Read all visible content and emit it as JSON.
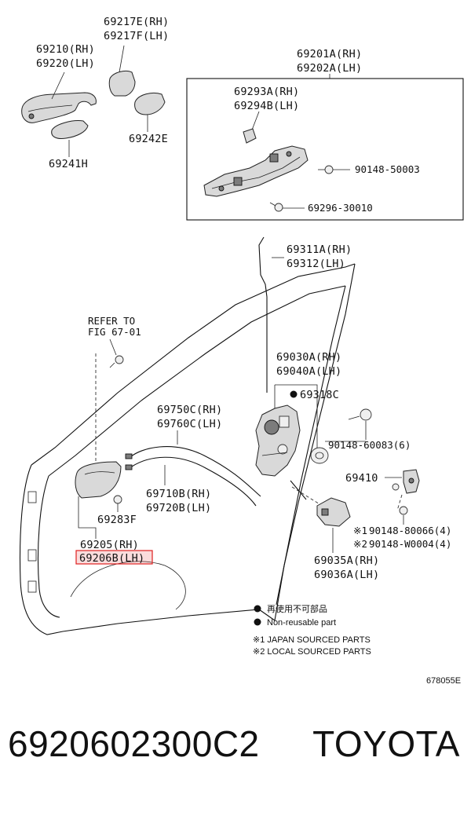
{
  "labels": {
    "l_69217": [
      "69217E(RH)",
      "69217F(LH)"
    ],
    "l_69210": [
      "69210(RH)",
      "69220(LH)"
    ],
    "l_69242": "69242E",
    "l_69241": "69241H",
    "l_69201": [
      "69201A(RH)",
      "69202A(LH)"
    ],
    "l_69293": [
      "69293A(RH)",
      "69294B(LH)"
    ],
    "l_90148_50003": "90148-50003",
    "l_69296": "69296-30010",
    "l_69311": [
      "69311A(RH)",
      "69312(LH)"
    ],
    "l_refer": [
      "REFER TO",
      "FIG 67-01"
    ],
    "l_69030": [
      "69030A(RH)",
      "69040A(LH)"
    ],
    "l_69318": "69318C",
    "l_69750": [
      "69750C(RH)",
      "69760C(LH)"
    ],
    "l_90148_60083": "90148-60083(6)",
    "l_69410": "69410",
    "l_69710": [
      "69710B(RH)",
      "69720B(LH)"
    ],
    "l_69283": "69283F",
    "l_90148_80066": "90148-80066(4)",
    "l_90148_w0004": "90148-W0004(4)",
    "l_note1": "※1",
    "l_note2": "※2",
    "l_69205": "69205(RH)",
    "l_69206": "69206B(LH)",
    "l_69035": [
      "69035A(RH)",
      "69036A(LH)"
    ]
  },
  "legend": {
    "jp": "再使用不可部品",
    "en": "Non-reusable part",
    "note1": "※1 JAPAN SOURCED PARTS",
    "note2": "※2 LOCAL SOURCED PARTS"
  },
  "figure_id": "678055E",
  "footer": {
    "part_code": "6920602300C2",
    "brand": "TOYOTA"
  },
  "colors": {
    "highlight": "#e02020"
  }
}
